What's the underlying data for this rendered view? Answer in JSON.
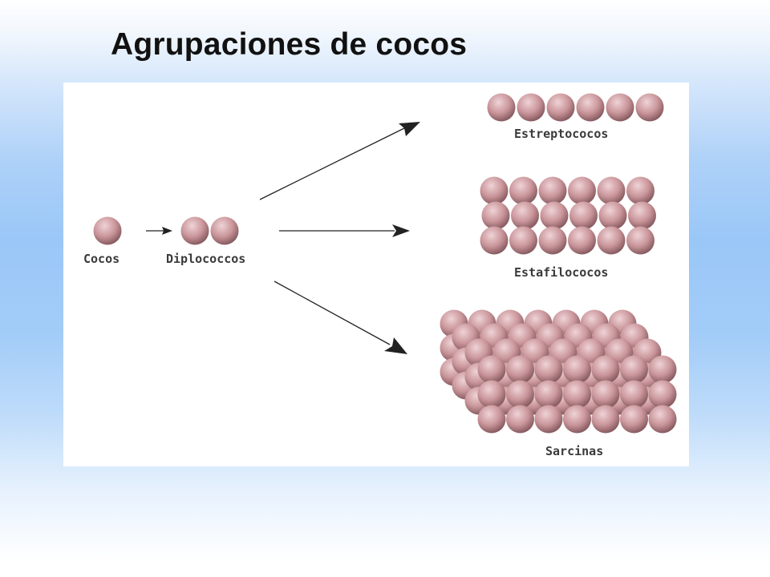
{
  "title": "Agrupaciones de cocos",
  "diagram": {
    "labels": {
      "cocos": "Cocos",
      "diplococcos": "Diplococcos",
      "estreptococos": "Estreptococos",
      "estafilococos": "Estafilococos",
      "sarcinas": "Sarcinas"
    },
    "colors": {
      "coccus_light": "#efd3d6",
      "coccus_mid": "#c9959a",
      "coccus_dark": "#7e5358",
      "arrow": "#222222",
      "label": "#3a3a3a"
    },
    "icons": [
      "coccus-cell",
      "arrow-right"
    ]
  }
}
